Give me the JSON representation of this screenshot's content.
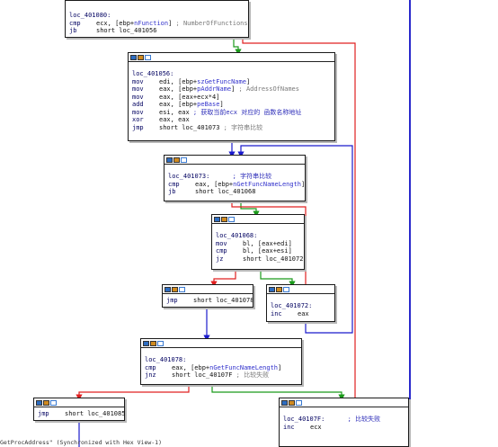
{
  "nodes": {
    "n1": {
      "lines": [
        {
          "label": "loc_401080:"
        },
        {
          "m": "cmp",
          "ops": [
            {
              "t": "ecx, [ebp+"
            },
            {
              "t": "nFunction",
              "v": true
            },
            {
              "t": "]"
            }
          ],
          "comment": "; NumberOfFunctions"
        },
        {
          "m": "jb",
          "ops": [
            {
              "t": "short loc_401056"
            }
          ]
        }
      ]
    },
    "n2": {
      "lines": [
        {
          "label": "loc_401056:"
        },
        {
          "m": "mov",
          "ops": [
            {
              "t": "edi, [ebp+"
            },
            {
              "t": "szGetFuncName",
              "v": true
            },
            {
              "t": "]"
            }
          ]
        },
        {
          "m": "mov",
          "ops": [
            {
              "t": "eax, [ebp+"
            },
            {
              "t": "pAddrName",
              "v": true
            },
            {
              "t": "]"
            }
          ],
          "comment": "; AddressOfNames"
        },
        {
          "m": "mov",
          "ops": [
            {
              "t": "eax, [eax+ecx*4]"
            }
          ]
        },
        {
          "m": "add",
          "ops": [
            {
              "t": "eax, [ebp+"
            },
            {
              "t": "peBase",
              "v": true
            },
            {
              "t": "]"
            }
          ]
        },
        {
          "m": "mov",
          "ops": [
            {
              "t": "esi, eax"
            }
          ],
          "comment": "; 获取当前ecx 对应的 函数名称地址",
          "cn": true
        },
        {
          "m": "xor",
          "ops": [
            {
              "t": "eax, eax"
            }
          ]
        },
        {
          "m": "jmp",
          "ops": [
            {
              "t": "short loc_401073"
            }
          ],
          "comment": "; 字符串比较"
        }
      ]
    },
    "n3": {
      "lines": [
        {
          "label": "loc_401073:",
          "comment": "; 字符串比较",
          "cn": true
        },
        {
          "m": "cmp",
          "ops": [
            {
              "t": "eax, [ebp+"
            },
            {
              "t": "nGetFuncNameLength",
              "v": true
            },
            {
              "t": "]"
            }
          ]
        },
        {
          "m": "jb",
          "ops": [
            {
              "t": "short loc_401068"
            }
          ]
        }
      ]
    },
    "n4": {
      "lines": [
        {
          "label": "loc_401068:"
        },
        {
          "m": "mov",
          "ops": [
            {
              "t": "bl, [eax+edi]"
            }
          ]
        },
        {
          "m": "cmp",
          "ops": [
            {
              "t": "bl, [eax+esi]"
            }
          ]
        },
        {
          "m": "jz",
          "ops": [
            {
              "t": "short loc_401072"
            }
          ]
        }
      ]
    },
    "n5": {
      "lines": [
        {
          "m": "jmp",
          "ops": [
            {
              "t": "short loc_401078"
            }
          ]
        }
      ]
    },
    "n6": {
      "lines": [
        {
          "label": "loc_401072:"
        },
        {
          "m": "inc",
          "ops": [
            {
              "t": "eax"
            }
          ]
        }
      ]
    },
    "n7": {
      "lines": [
        {
          "label": "loc_401078:"
        },
        {
          "m": "cmp",
          "ops": [
            {
              "t": "eax, [ebp+"
            },
            {
              "t": "nGetFuncNameLength",
              "v": true
            },
            {
              "t": "]"
            }
          ]
        },
        {
          "m": "jnz",
          "ops": [
            {
              "t": "short loc_40107F"
            }
          ],
          "comment": "; 比较失败"
        }
      ]
    },
    "n8": {
      "lines": [
        {
          "m": "jmp",
          "ops": [
            {
              "t": "short loc_401085"
            }
          ]
        }
      ]
    },
    "n9": {
      "lines": [
        {
          "label": "loc_40107F:",
          "comment": "; 比较失败",
          "cn": true
        },
        {
          "m": "inc",
          "ops": [
            {
              "t": "ecx"
            }
          ]
        }
      ]
    }
  },
  "status_text": "GetProcAddress\" (Synchronized with Hex View-1)",
  "colors": {
    "edge_true": "#1a9a1a",
    "edge_false": "#e02020",
    "edge_jump": "#1a1acc",
    "node_border": "#1a1a1a",
    "label": "#000060",
    "var": "#3333cc",
    "comment": "#7a7a7a"
  }
}
